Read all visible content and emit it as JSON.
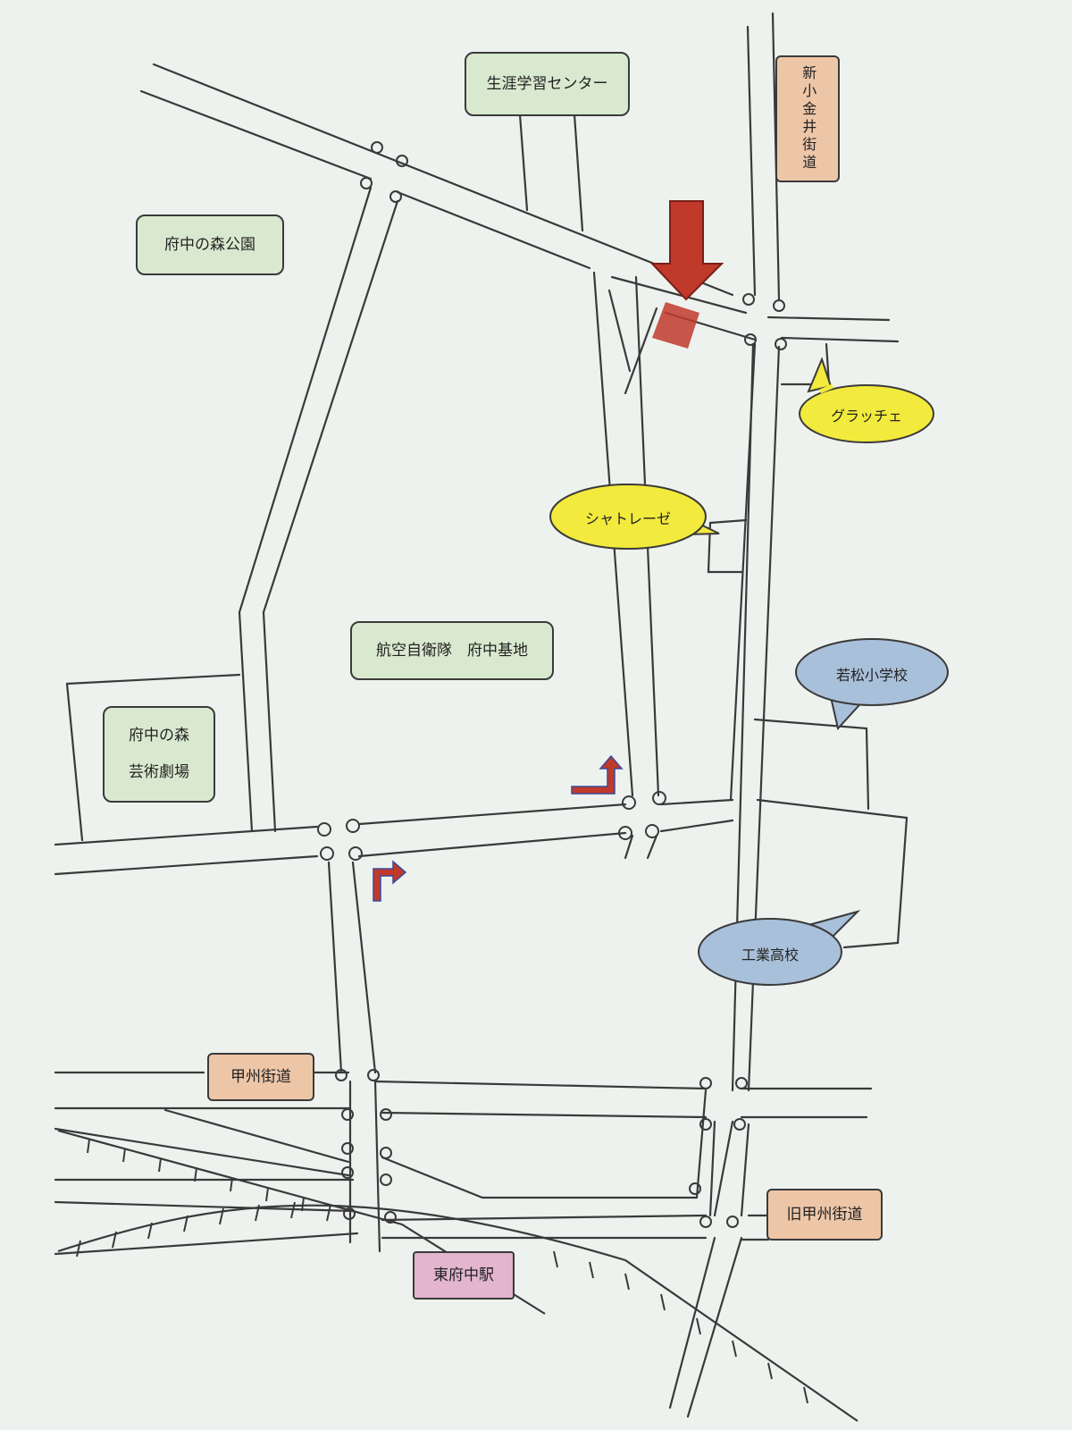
{
  "labels": {
    "lifelong_learning_center": "生涯学習センター",
    "shin_koganei_kaido": "新小金井街道",
    "fuchu_no_mori_park": "府中の森公園",
    "air_base": "航空自衛隊　府中基地",
    "arts_theater_line1": "府中の森",
    "arts_theater_line2": "芸術劇場",
    "koshu_kaido": "甲州街道",
    "kyu_koshu_kaido": "旧甲州街道",
    "higashi_fuchu_station": "東府中駅"
  },
  "bubbles": {
    "gracie": "グラッチェ",
    "chateraise": "シャトレーゼ",
    "wakamatsu_school": "若松小学校",
    "technical_high_school": "工業高校"
  },
  "colors": {
    "destination_marker": "#c0392b",
    "road_line": "#3a3a3a",
    "yellow_bubble": "#f2ea3c",
    "blue_bubble": "#a9c0da",
    "turn_arrow": "#c0392b",
    "turn_arrow_outline": "#3a4a9a"
  }
}
